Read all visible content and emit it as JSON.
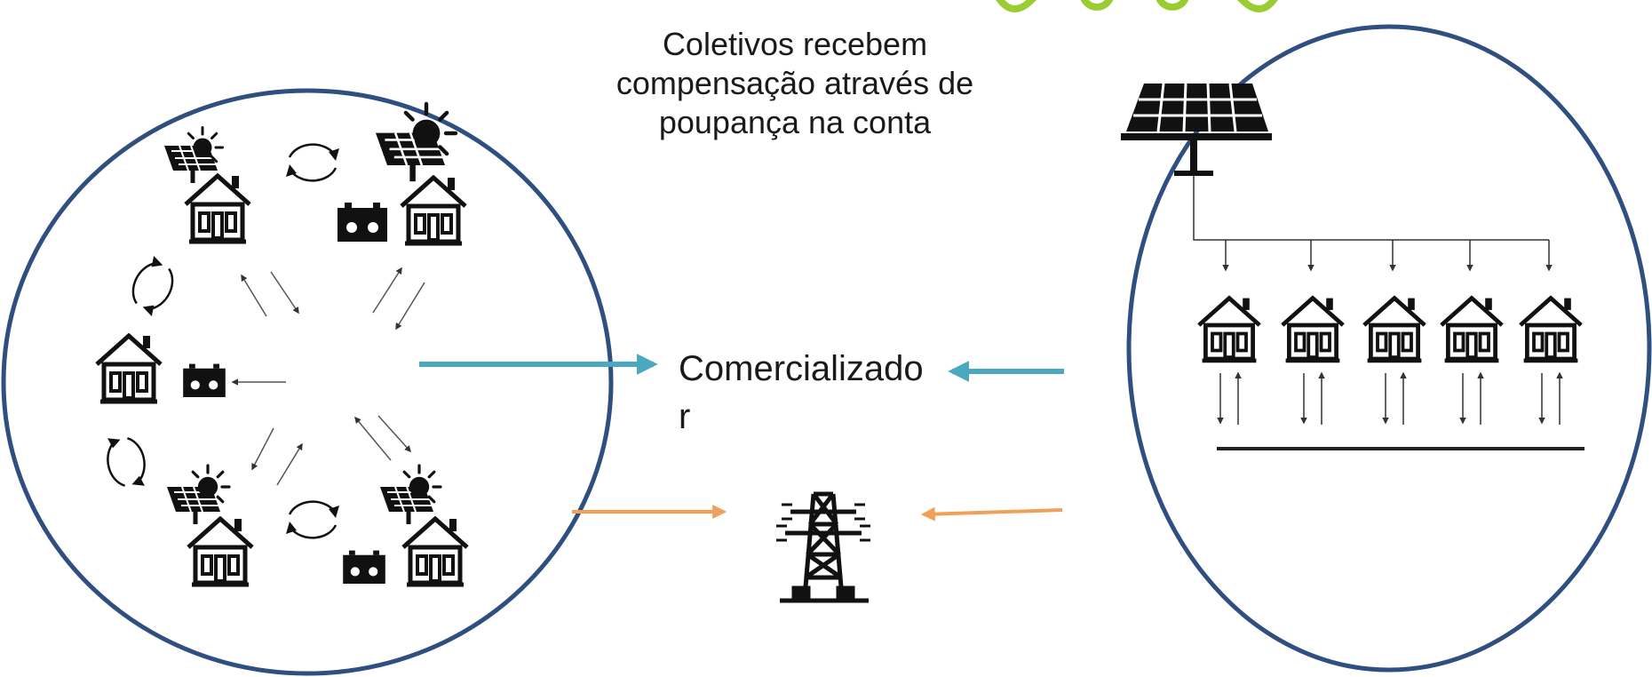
{
  "caption": {
    "line1": "Coletivos recebem",
    "line2": "compensação através de",
    "line3": "poupança na conta"
  },
  "broker": {
    "line1": "Comercializado",
    "line2": "r"
  },
  "colors": {
    "circle": "#2f4f80",
    "blue_arrow": "#4aa8c0",
    "orange_arrow": "#f0a058",
    "logo": "#9acd32",
    "ink": "#111111"
  },
  "icons": {
    "house": "house-icon",
    "solar": "solar-panel-icon",
    "sun": "sun-icon",
    "battery": "battery-icon",
    "cycle": "cycle-arrows-icon",
    "tower": "transmission-tower-icon"
  }
}
